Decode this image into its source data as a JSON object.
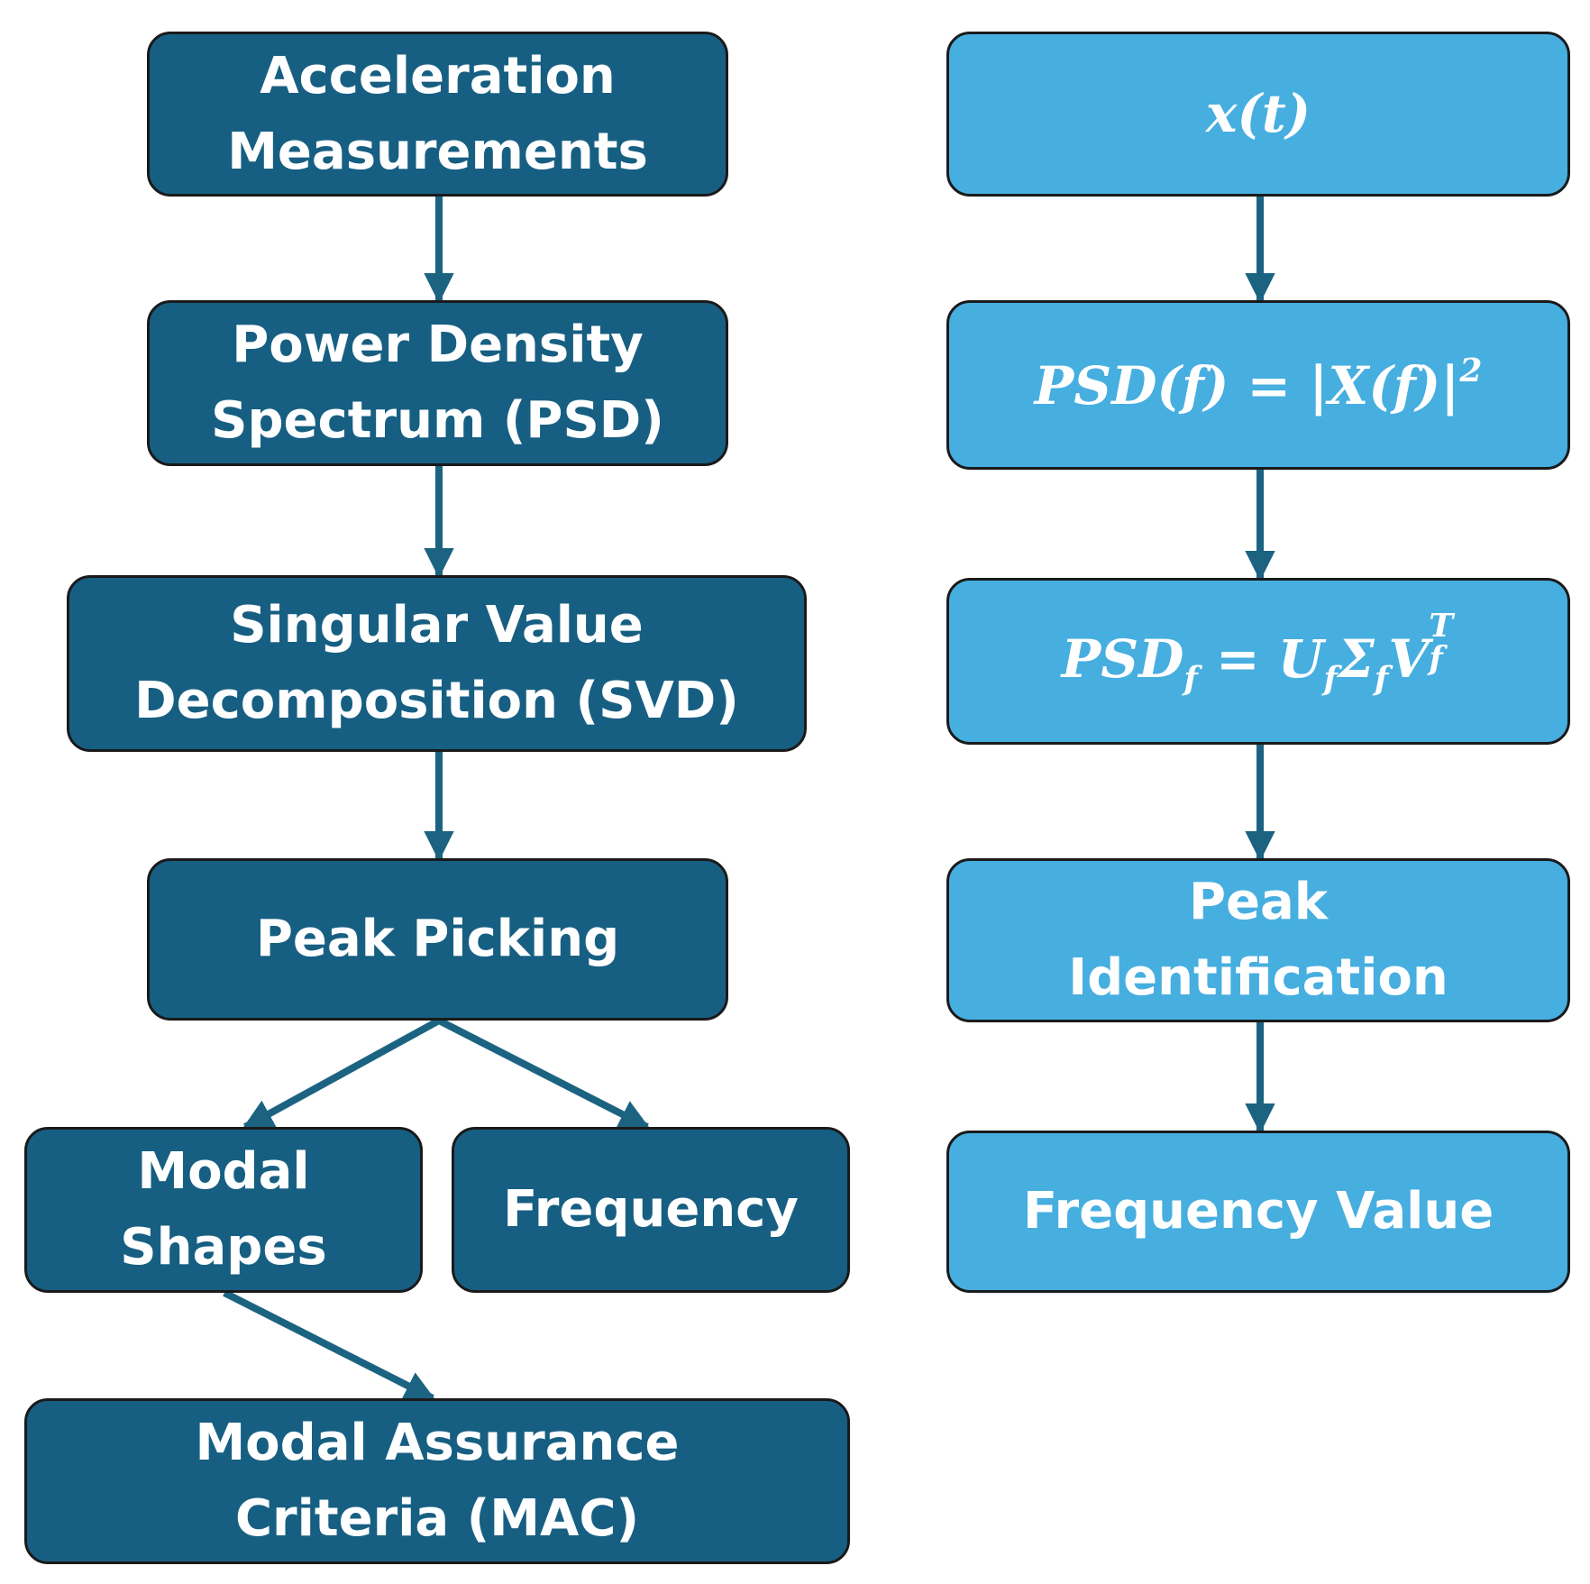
{
  "left_flow": {
    "acceleration": [
      "Acceleration",
      "Measurements"
    ],
    "psd": [
      "Power Density",
      "Spectrum (PSD)"
    ],
    "svd": [
      "Singular Value",
      "Decomposition (SVD)"
    ],
    "peak_picking": "Peak Picking",
    "modal_shapes": [
      "Modal",
      "Shapes"
    ],
    "frequency": "Frequency",
    "mac": [
      "Modal Assurance",
      "Criteria (MAC)"
    ]
  },
  "right_flow": {
    "signal": "x(t)",
    "psd_formula": {
      "lhs": "PSD(f) = |X(f)|",
      "exp": "2"
    },
    "svd_formula": {
      "a": "PSD",
      "a_sub": "f",
      "b": " = U",
      "b_sub": "f",
      "c": "Σ",
      "c_sub": "f",
      "d": "V",
      "d_sup": "T",
      "d_sub": "f"
    },
    "peak_identification": [
      "Peak",
      "Identification"
    ],
    "frequency_value": "Frequency Value"
  },
  "colors": {
    "dark_box": "#175f82",
    "light_box": "#47aee0",
    "arrow": "#1c6382",
    "text": "#ffffff"
  }
}
